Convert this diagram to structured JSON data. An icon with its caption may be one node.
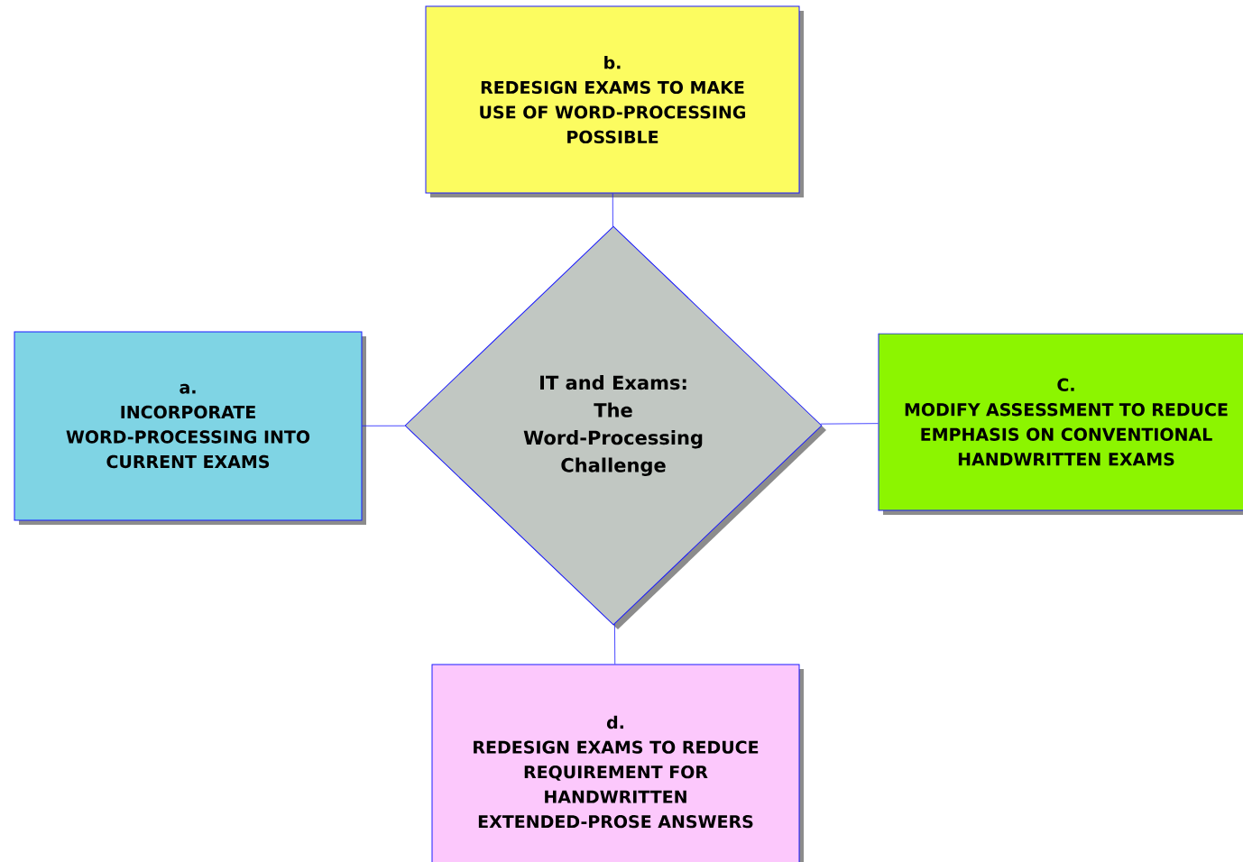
{
  "diagram": {
    "nodes": [
      {
        "text": [
          "b.",
          "REDESIGN EXAMS TO MAKE USE OF WORD-PROCESSING POSSIBLE"
        ]
      },
      {
        "text": [
          "a.",
          "INCORPORATE WORD-PROCESSING INTO CURRENT EXAMS"
        ]
      },
      {
        "text": [
          "IT and Exams: The Word-Processing Challenge"
        ]
      },
      {
        "text": [
          "C.",
          "MODIFY ASSESSMENT TO REDUCE EMPHASIS ON CONVENTIONAL HANDWRITTEN EXAMS"
        ]
      },
      {
        "text": [
          "d.",
          "REDESIGN EXAMS TO REDUCE REQUIREMENT FOR HANDWRITTEN EXTENDED-PROSE ANSWERS"
        ]
      }
    ],
    "edges": [
      {
        "from": 2,
        "to": 0,
        "arrow": "none"
      },
      {
        "from": 2,
        "to": 1,
        "arrow": "none"
      },
      {
        "from": 2,
        "to": 3,
        "arrow": "none"
      },
      {
        "from": 2,
        "to": 4,
        "arrow": "none"
      }
    ]
  }
}
